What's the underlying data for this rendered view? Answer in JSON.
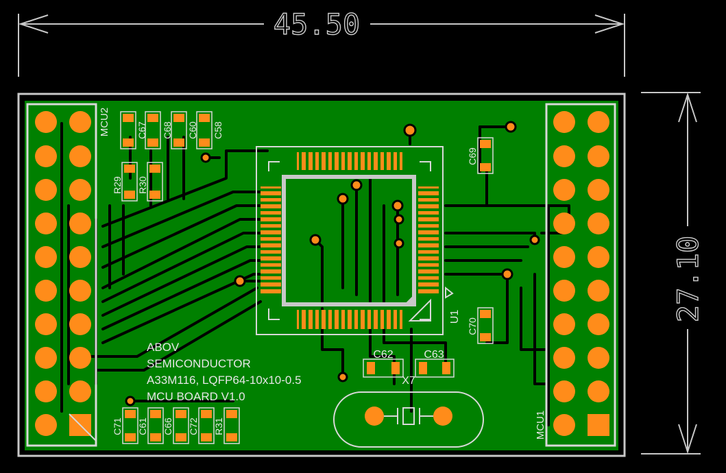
{
  "dimensions": {
    "width_label": "45.50",
    "height_label": "27.10"
  },
  "board_text": {
    "line1": "ABOV",
    "line2": "SEMICONDUCTOR",
    "line3": "A33M116, LQFP64-10x10-0.5",
    "line4": "MCU BOARD V1.0"
  },
  "designators": {
    "mcu2": "MCU2",
    "mcu1": "MCU1",
    "u1": "U1",
    "x7": "X7",
    "c62": "C62",
    "c63": "C63",
    "c67": "C67",
    "c68": "C68",
    "c60": "C60",
    "c58": "C58",
    "r29": "R29",
    "r30": "R30",
    "c69": "C69",
    "c70": "C70",
    "c71": "C71",
    "c61": "C61",
    "c66": "C66",
    "c72": "C72",
    "r31": "R31"
  },
  "colors": {
    "background": "#000000",
    "board": "#008000",
    "copper_pad": "#ff8c1a",
    "silkscreen": "#d8d8d8",
    "outline": "#c8c8c8"
  }
}
